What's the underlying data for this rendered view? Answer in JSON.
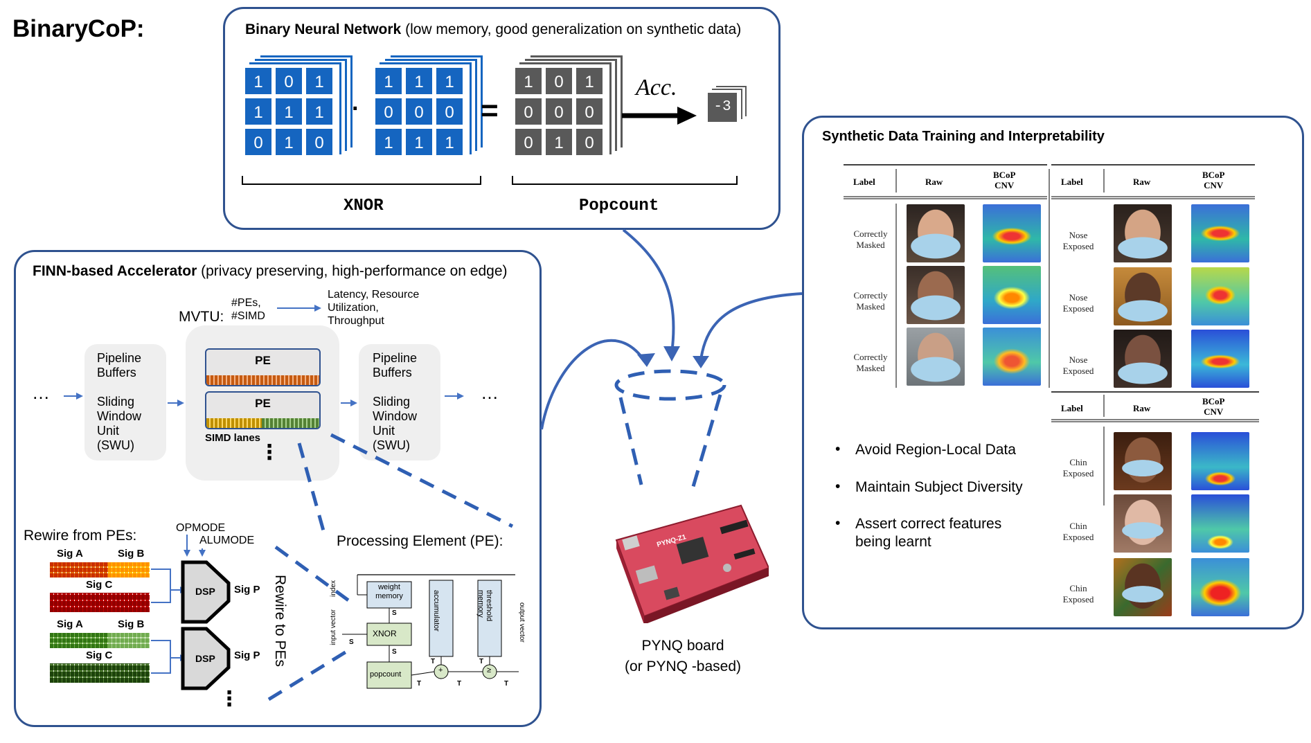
{
  "title": "BinaryCoP:",
  "bnn": {
    "title_bold": "Binary Neural Network",
    "title_rest": " (low memory, good generalization on synthetic data)",
    "matrix_a": [
      [
        "1",
        "0",
        "1"
      ],
      [
        "1",
        "1",
        "1"
      ],
      [
        "0",
        "1",
        "0"
      ]
    ],
    "dot": "·",
    "matrix_b": [
      [
        "1",
        "1",
        "1"
      ],
      [
        "0",
        "0",
        "0"
      ],
      [
        "1",
        "1",
        "1"
      ]
    ],
    "equals": "=",
    "matrix_c": [
      [
        "1",
        "0",
        "1"
      ],
      [
        "0",
        "0",
        "0"
      ],
      [
        "0",
        "1",
        "0"
      ]
    ],
    "acc_label": "Acc.",
    "result": "-3",
    "xnor_label": "XNOR",
    "popcount_label": "Popcount"
  },
  "finn": {
    "title_bold": "FINN-based Accelerator",
    "title_rest": " (privacy preserving, high-performance on edge)",
    "mvtu_label": "MVTU:",
    "pes_simd": "#PEs,\n#SIMD",
    "latency": "Latency, Resource\nUtilization,\nThroughput",
    "left_buffer": "Pipeline\nBuffers\n\nSliding\nWindow\nUnit\n(SWU)",
    "right_buffer": "Pipeline\nBuffers\n\nSliding\nWindow\nUnit\n(SWU)",
    "ellipsis": "…",
    "pe_label": "PE",
    "simd_lanes": "SIMD lanes",
    "vdots": "⋮",
    "rewire_from": "Rewire from PEs:",
    "opmode": "OPMODE",
    "alumode": "ALUMODE",
    "sig_a": "Sig A",
    "sig_b": "Sig B",
    "sig_c": "Sig C",
    "sig_p": "Sig P",
    "dsp": "DSP",
    "rewire_to": "Rewire to PEs",
    "pe_title": "Processing Element (PE):",
    "pe_diagram": {
      "weight_memory": "weight\nmemory",
      "xnor": "XNOR",
      "popcount": "popcount",
      "accumulator": "accumulator",
      "threshold_memory": "threshold\nmemory",
      "input_vector": "input vector",
      "index": "index",
      "output_vector": "output vector",
      "s": "S",
      "t": "T",
      "plus": "+",
      "ge": "≥"
    }
  },
  "pynq": {
    "label": "PYNQ board\n(or PYNQ -based)",
    "board_text": "PYNQ-Z1"
  },
  "synthetic": {
    "title": "Synthetic Data Training and Interpretability",
    "headers": [
      "Label",
      "Raw",
      "BCoP\nCNV"
    ],
    "table_left": [
      "Correctly\nMasked",
      "Correctly\nMasked",
      "Correctly\nMasked"
    ],
    "table_right": [
      "Nose\nExposed",
      "Nose\nExposed",
      "Nose\nExposed"
    ],
    "table_bottom": [
      "Chin\nExposed",
      "Chin\nExposed",
      "Chin\nExposed"
    ],
    "bullets": [
      "Avoid Region-Local Data",
      "Maintain Subject Diversity",
      "Assert correct features\nbeing learnt"
    ]
  },
  "colors": {
    "panel_border": "#2f528f",
    "matrix_blue": "#1565c0",
    "matrix_gray": "#595959",
    "arrow_blue": "#4472c4",
    "board_red": "#d94a5f"
  }
}
